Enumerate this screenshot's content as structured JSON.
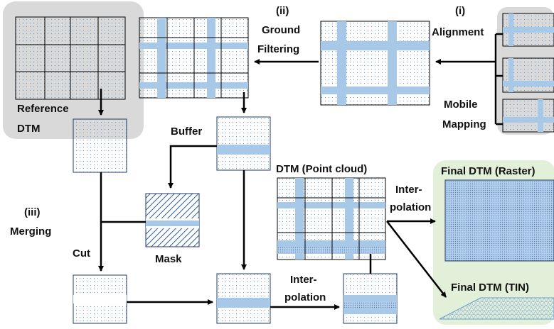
{
  "labels": {
    "step_i": "(i)",
    "alignment": "Alignment",
    "step_ii": "(ii)",
    "ground": "Ground",
    "filtering": "Filtering",
    "reference": "Reference",
    "dtm": "DTM",
    "mobile": "Mobile",
    "mapping": "Mapping",
    "buffer": "Buffer",
    "dtm_point_cloud": "DTM (Point cloud)",
    "final_raster": "Final DTM (Raster)",
    "final_tin": "Final DTM (TIN)",
    "step_iii": "(iii)",
    "merging": "Merging",
    "cut": "Cut",
    "mask": "Mask",
    "inter_1": "Inter-",
    "polation_1": "polation",
    "inter_2": "Inter-",
    "polation_2": "polation"
  },
  "colors": {
    "stripe": "#a8c8e8",
    "dot": "#6a9ccf",
    "panel_gray": "#d9d9d9",
    "panel_green": "#e2efd9",
    "outline": "#1f3864"
  }
}
